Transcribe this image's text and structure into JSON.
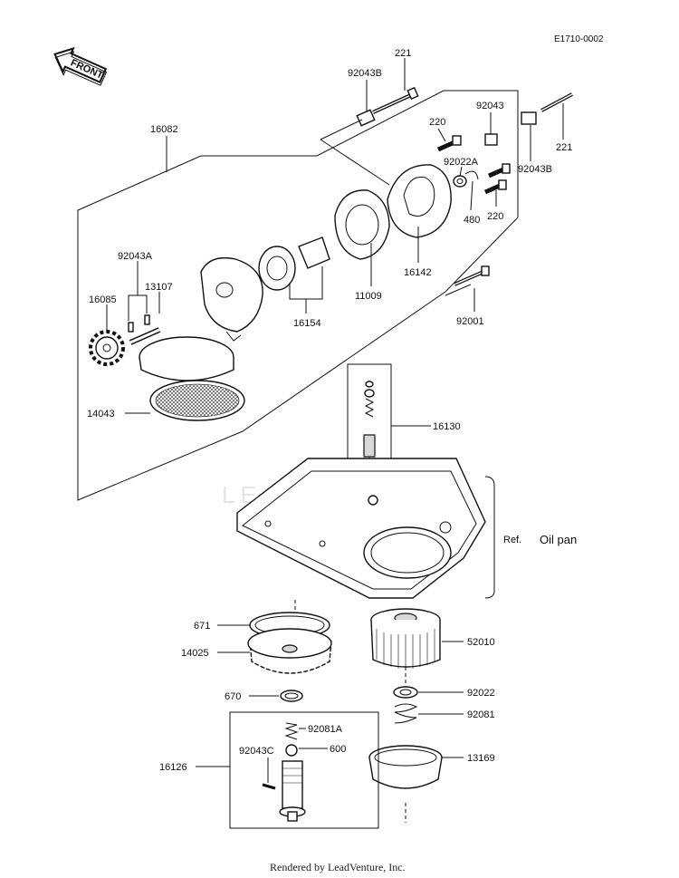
{
  "diagram_code": "E1710-0002",
  "front_label": "FRONT",
  "watermark": "LEADVENTURE",
  "footer": "Rendered by LeadVenture, Inc.",
  "ref_label": "Ref.",
  "oil_pan_label": "Oil pan",
  "parts": {
    "p221_top": "221",
    "p92043b_top": "92043B",
    "p16082": "16082",
    "p220_top": "220",
    "p92043": "92043",
    "p92022a": "92022A",
    "p92043b_right": "92043B",
    "p221_right": "221",
    "p480": "480",
    "p220_right": "220",
    "p92043a": "92043A",
    "p13107": "13107",
    "p16085": "16085",
    "p16154": "16154",
    "p11009": "11009",
    "p16142": "16142",
    "p92001": "92001",
    "p14043": "14043",
    "p16130": "16130",
    "p671": "671",
    "p14025": "14025",
    "p52010": "52010",
    "p670": "670",
    "p92022": "92022",
    "p92081": "92081",
    "p92081a": "92081A",
    "p600": "600",
    "p92043c": "92043C",
    "p16126": "16126",
    "p13169": "13169"
  }
}
